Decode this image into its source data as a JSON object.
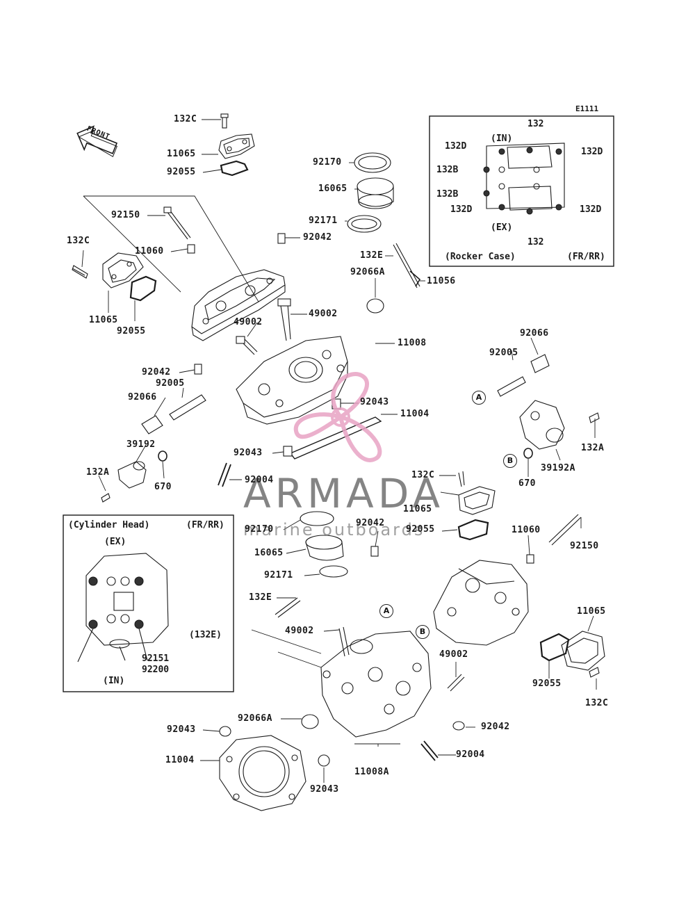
{
  "diagram_code": "E1111",
  "front_arrow_label": "FRONT",
  "callouts": {
    "c1": "A",
    "c2": "B",
    "c3": "A",
    "c4": "B"
  },
  "inset_rocker": {
    "title": "(Rocker Case)",
    "variant": "(FR/RR)",
    "in_label": "(IN)",
    "ex_label": "(EX)",
    "l_132_top": "132",
    "l_132_bottom": "132",
    "l_132d_tl": "132D",
    "l_132d_tr": "132D",
    "l_132d_bl": "132D",
    "l_132d_br": "132D",
    "l_132b_1": "132B",
    "l_132b_2": "132B"
  },
  "inset_head": {
    "title": "(Cylinder Head)",
    "variant": "(FR/RR)",
    "ex_label": "(EX)",
    "in_label": "(IN)",
    "l_132e": "(132E)",
    "l_92151": "92151",
    "l_92200": "92200"
  },
  "upper_labels": {
    "u_132c_top": "132C",
    "u_11065_top": "11065",
    "u_92055_top": "92055",
    "u_92150": "92150",
    "u_11060": "11060",
    "u_132c_left": "132C",
    "u_11065_left": "11065",
    "u_92055_left": "92055",
    "u_92170": "92170",
    "u_16065": "16065",
    "u_92171": "92171",
    "u_92042_mid": "92042",
    "u_132e": "132E",
    "u_92066a": "92066A",
    "u_11056": "11056",
    "u_49002_a": "49002",
    "u_49002_b": "49002",
    "u_11008": "11008",
    "u_92042_left": "92042",
    "u_92005_left": "92005",
    "u_92066_left": "92066",
    "u_92043_mid": "92043",
    "u_11004": "11004",
    "u_92043_left": "92043",
    "u_39192": "39192",
    "u_132a_left": "132A",
    "u_670_left": "670",
    "u_92004": "92004",
    "u_92066_right": "92066",
    "u_92005_right": "92005",
    "u_132a_right": "132A",
    "u_39192a": "39192A",
    "u_670_right": "670"
  },
  "lower_labels": {
    "l_132c_mid": "132C",
    "l_11065_mid": "11065",
    "l_92170": "92170",
    "l_92042_top": "92042",
    "l_92055_mid": "92055",
    "l_11060": "11060",
    "l_92150": "92150",
    "l_16065": "16065",
    "l_92171": "92171",
    "l_132e": "132E",
    "l_11065_right": "11065",
    "l_49002_a": "49002",
    "l_49002_b": "49002",
    "l_92055_right": "92055",
    "l_132c_right": "132C",
    "l_92066a": "92066A",
    "l_92043_a": "92043",
    "l_92042_bottom": "92042",
    "l_11004": "11004",
    "l_92004": "92004",
    "l_92043_b": "92043",
    "l_11008a": "11008A"
  },
  "watermark": {
    "title": "ARMADA",
    "subtitle": "marine outboards",
    "accent": "#e8a3c4"
  },
  "colors": {
    "line": "#1a1a1a",
    "part_fill": "#ffffff",
    "shade": "#d9d9d9"
  }
}
